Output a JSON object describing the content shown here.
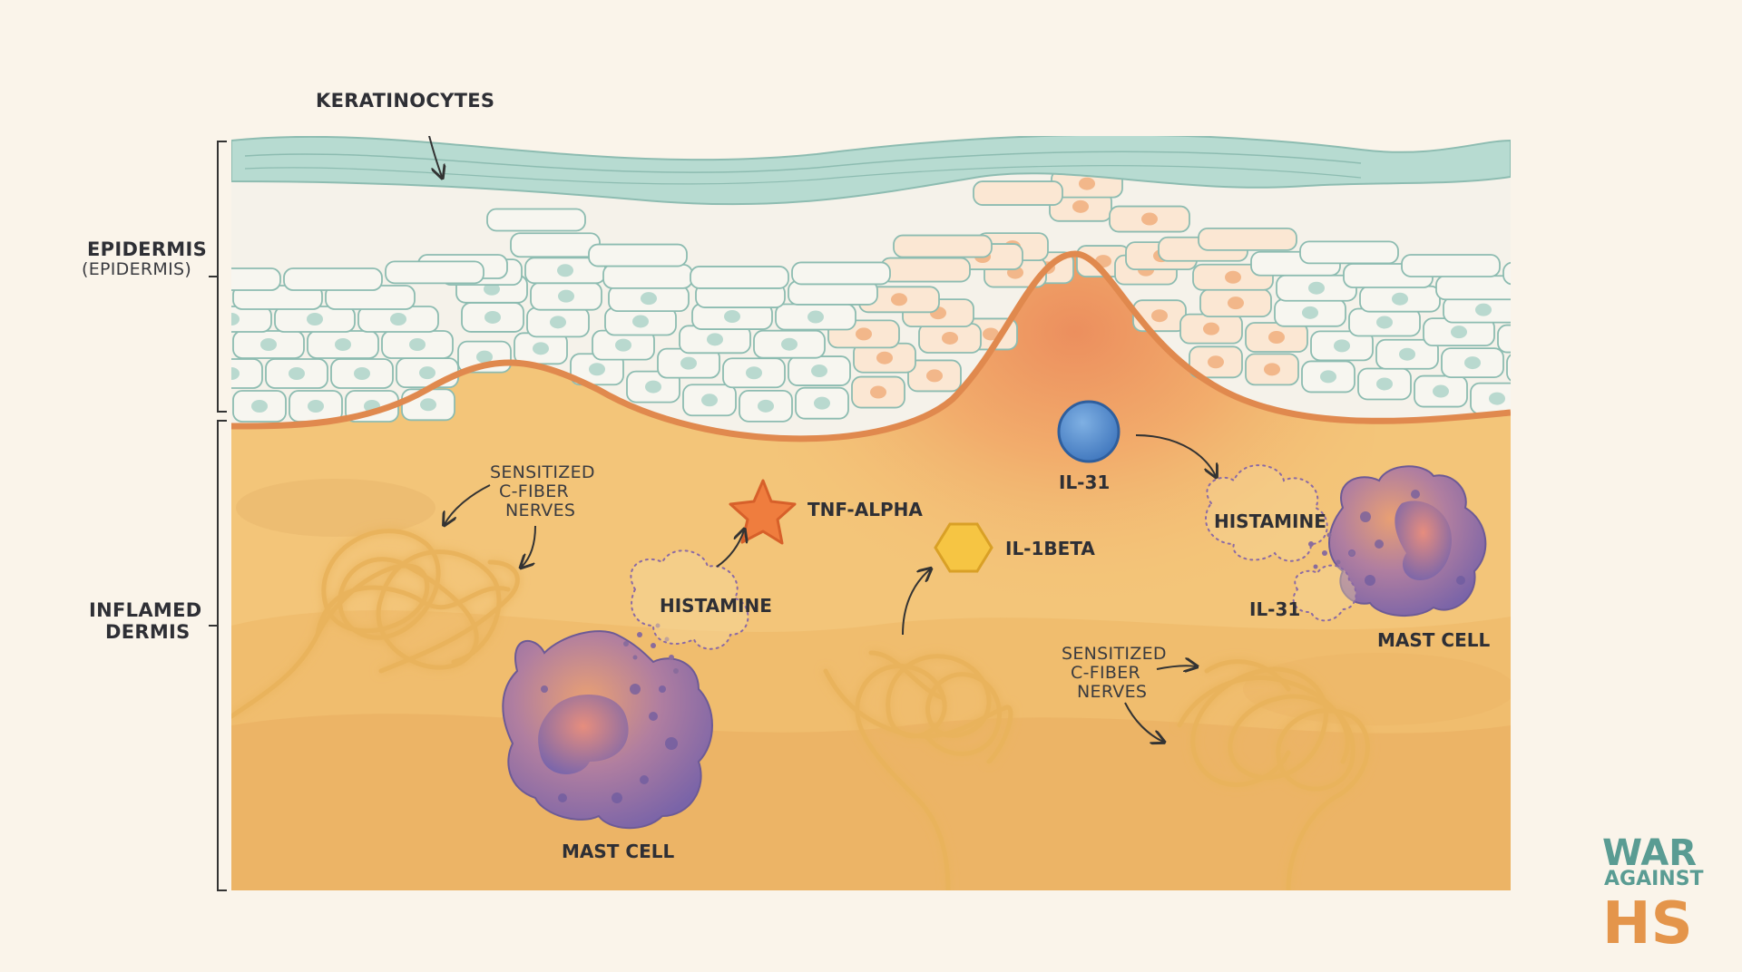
{
  "labels": {
    "keratinocytes": "KERATINOCYTES",
    "epidermis": "EPIDERMIS",
    "epidermis_sub": "(EPIDERMIS)",
    "inflamed_1": "INFLAMED",
    "inflamed_2": "DERMIS",
    "nerves_left": [
      "SENSITIZED",
      "C-FIBER",
      "NERVES"
    ],
    "nerves_right": [
      "SENSITIZED",
      "C-FIBER",
      "NERVES"
    ],
    "tnf": "TNF-ALPHA",
    "il1": "IL-1BETA",
    "il31_top": "IL-31",
    "il31_bottom": "IL-31",
    "histamine_left": "HISTAMINE",
    "histamine_right": "HISTAMINE",
    "mast_left": "MAST CELL",
    "mast_right": "MAST CELL"
  },
  "logo": {
    "line1": "WAR",
    "line2": "AGAINST",
    "line3": "HS"
  },
  "colors": {
    "background": "#faf4ea",
    "dermis": "#f3c579",
    "inflammation": "#ee9a62",
    "epidermis_cell": "#f7f6f0",
    "cell_outline": "#8dbcb1",
    "nucleus": "#b9d9cf",
    "stratum_corneum": "#a9d3c8",
    "nerve": "#e9b35c",
    "mast_cell": "#8f6aa6",
    "tnf_star": "#ef7d3e",
    "il1_hexagon": "#f6c543",
    "il31_circle": "#5b90cf",
    "logo_teal": "#5a9c93",
    "logo_orange": "#e4954b"
  },
  "icons": {
    "tnf": "star-icon",
    "il1": "hexagon-icon",
    "il31": "circle-icon"
  }
}
